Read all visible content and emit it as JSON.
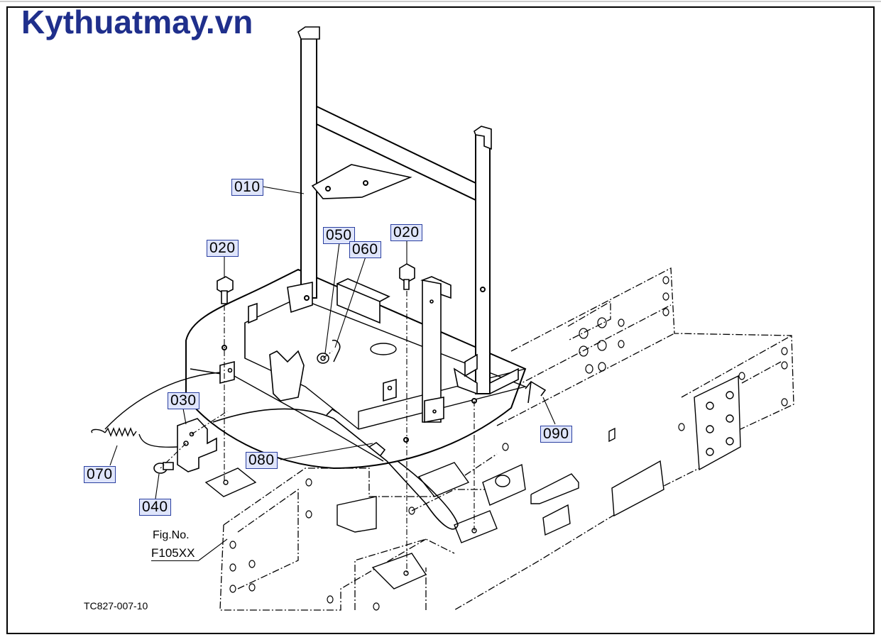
{
  "brand": "Kythuatmay.vn",
  "callouts": {
    "p010": "010",
    "p020a": "020",
    "p020b": "020",
    "p030": "030",
    "p040": "040",
    "p050": "050",
    "p060": "060",
    "p070": "070",
    "p080": "080",
    "p090": "090"
  },
  "fig_ref": {
    "line1": "Fig.No.",
    "line2": "F105XX"
  },
  "drawing_code": "TC827-007-10",
  "colors": {
    "brand": "#1f2f8c",
    "callout_border": "#2a3fa0",
    "callout_fill": "#dfe5fb",
    "line": "#000000"
  }
}
